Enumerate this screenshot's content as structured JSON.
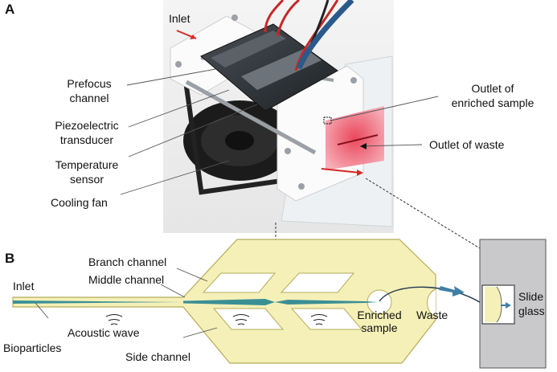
{
  "panel_a": {
    "letter": "A",
    "labels": {
      "inlet": "Inlet",
      "prefocus_1": "Prefocus",
      "prefocus_2": "channel",
      "piezo_1": "Piezoelectric",
      "piezo_2": "transducer",
      "temp_1": "Temperature",
      "temp_2": "sensor",
      "fan": "Cooling fan",
      "outlet_enriched_1": "Outlet of",
      "outlet_enriched_2": "enriched sample",
      "outlet_waste": "Outlet of waste"
    }
  },
  "panel_b": {
    "letter": "B",
    "labels": {
      "inlet": "Inlet",
      "branch": "Branch channel",
      "middle": "Middle channel",
      "acoustic": "Acoustic wave",
      "bioparticles": "Bioparticles",
      "side": "Side channel",
      "enriched_1": "Enriched",
      "enriched_2": "sample",
      "waste": "Waste",
      "slide_1": "Slide",
      "slide_2": "glass"
    }
  },
  "colors": {
    "chip_fill": "#f5f0b8",
    "chip_stroke": "#b5ad5a",
    "channel_teal": "#3a8f95",
    "arrow_blue": "#3f7fa6",
    "slide_gray": "#c9c9cc",
    "inlet_red": "#d62828"
  }
}
